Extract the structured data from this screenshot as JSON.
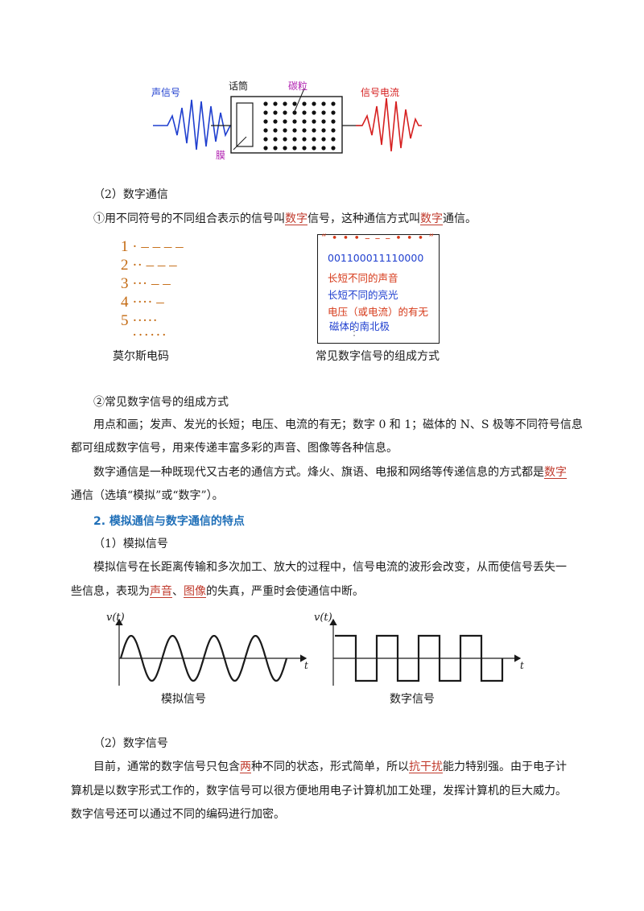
{
  "mic_figure": {
    "label_sound_signal": "声信号",
    "label_mic": "话筒",
    "label_carbon": "碳粒",
    "label_current": "信号电流",
    "label_membrane": "膜",
    "color_sound": "#1f3fcf",
    "color_current": "#d62020",
    "color_carbon": "#b01fb0"
  },
  "section_digital": {
    "heading": "（2）数字通信",
    "para1_a": "①用不同符号的不同组合表示的信号叫",
    "para1_blank1": "数字",
    "para1_b": "信号，这种通信方式叫",
    "para1_blank2": "数字",
    "para1_c": "通信。"
  },
  "morse_figure": {
    "rows": [
      "1 · – – – –",
      "2 ·· – – –",
      "3 ··· – –",
      "4 ···· –",
      "5 ·····",
      "······"
    ],
    "caption": "莫尔斯电码"
  },
  "digital_box": {
    "top_marks": "“ • • • – – – • • • ”",
    "lines": [
      {
        "text": "001100011110000",
        "color": "#1f3fcf"
      },
      {
        "text": "长短不同的声音",
        "color": "#d63a1a"
      },
      {
        "text": "长短不同的亮光",
        "color": "#1f3fcf"
      },
      {
        "text": "电压（或电流）的有无",
        "color": "#d63a1a"
      },
      {
        "text": "磁体的南北极",
        "color": "#1f3fcf"
      }
    ],
    "more_marks": "⋮",
    "caption": "常见数字信号的组成方式"
  },
  "section_composition": {
    "heading": "②常见数字信号的组成方式",
    "line1": "用点和画；发声、发光的长短；电压、电流的有无；数字 0 和 1；磁体的 N、S 极等不同符号信息",
    "line2": "都可组成数字信号，用来传递丰富多彩的声音、图像等各种信息。",
    "line3_a": "数字通信是一种既现代又古老的通信方式。烽火、旗语、电报和网络等传递信息的方式都是",
    "line3_blank": "数字",
    "line4": "通信（选填“模拟”或“数字”）。"
  },
  "section_features": {
    "heading": "2. 模拟通信与数字通信的特点",
    "sub1": "（1）模拟信号",
    "para_a": "模拟信号在长距离传输和多次加工、放大的过程中，信号电流的波形会改变，从而使信号丢失一",
    "para_b1": "些信息，表现为",
    "para_blank1": "声音",
    "para_sep": "、",
    "para_blank2": "图像",
    "para_b2": "的失真，严重时会使通信中断。"
  },
  "wave_figure": {
    "y_label": "v(t)",
    "x_label": "t",
    "caption_analog": "模拟信号",
    "caption_digital": "数字信号"
  },
  "section_digital_signal": {
    "sub": "（2）数字信号",
    "p1_a": "目前，通常的数字信号只包含",
    "p1_blank1": "两",
    "p1_b": "种不同的状态，形式简单，所以",
    "p1_blank2": "抗干扰",
    "p1_c": "能力特别强。由于电子计",
    "p2": "算机是以数字形式工作的，数字信号可以很方便地用电子计算机加工处理，发挥计算机的巨大威力。",
    "p3": "数字信号还可以通过不同的编码进行加密。"
  }
}
